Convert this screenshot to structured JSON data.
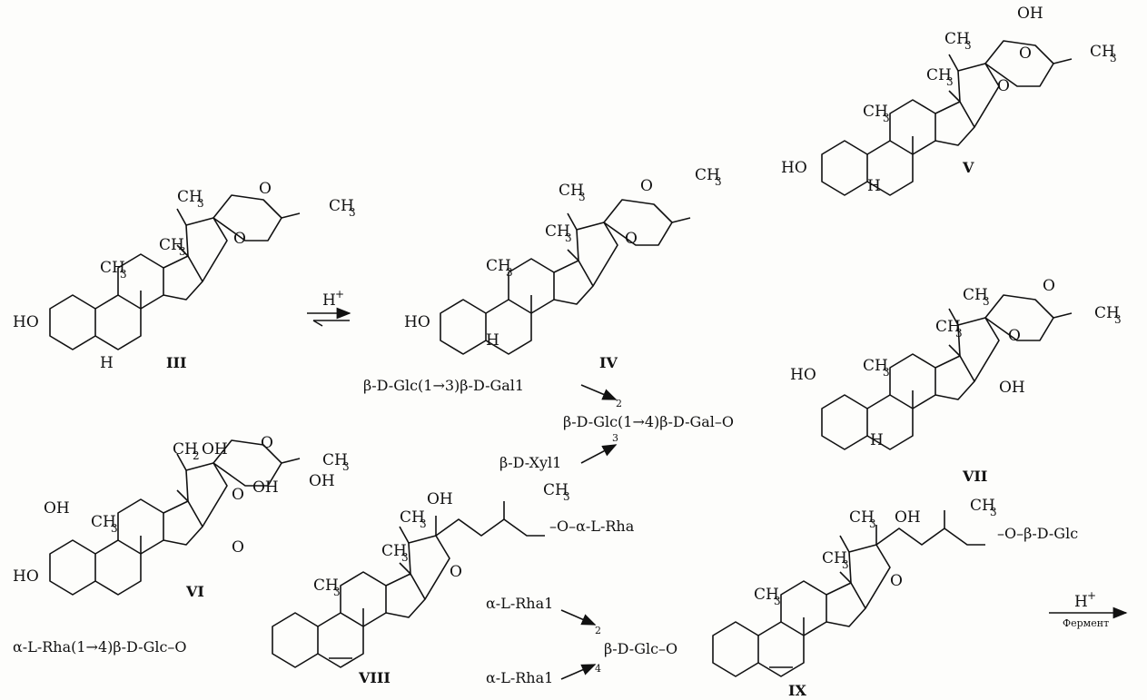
{
  "labels": {
    "roman": [
      "III",
      "IV",
      "V",
      "VI",
      "VII",
      "VIII",
      "IX"
    ],
    "groups": {
      "ho": "HO",
      "oh": "OH",
      "ch3_c": "CH",
      "ch3_sub": "3",
      "ch2oh_c": "CH",
      "ch2oh_sub": "2",
      "ch2oh_tail": "OH",
      "o": "O",
      "h": "H"
    },
    "arrows": {
      "acid_base": "H",
      "acid_sup": "+",
      "enzyme": "Фермент"
    },
    "sugars": {
      "vii_glc_gal": "β-D-Glc(1→3)β-D-Gal1",
      "vii_glc_main": "β-D-Glc(1→4)β-D-Gal–O",
      "vii_xyl": "β-D-Xyl1",
      "vii_pos2": "2",
      "vii_pos3": "3",
      "viii_rha": "–O–α-L-Rha",
      "viii_chain": "α-L-Rha(1→4)β-D-Glc–O",
      "ix_glc_tail": "–O–β-D-Glc",
      "ix_rha_a": "α-L-Rha1",
      "ix_rha_b": "α-L-Rha1",
      "ix_pos2": "2",
      "ix_pos4": "4",
      "ix_glc": "β-D-Glc–O"
    }
  }
}
